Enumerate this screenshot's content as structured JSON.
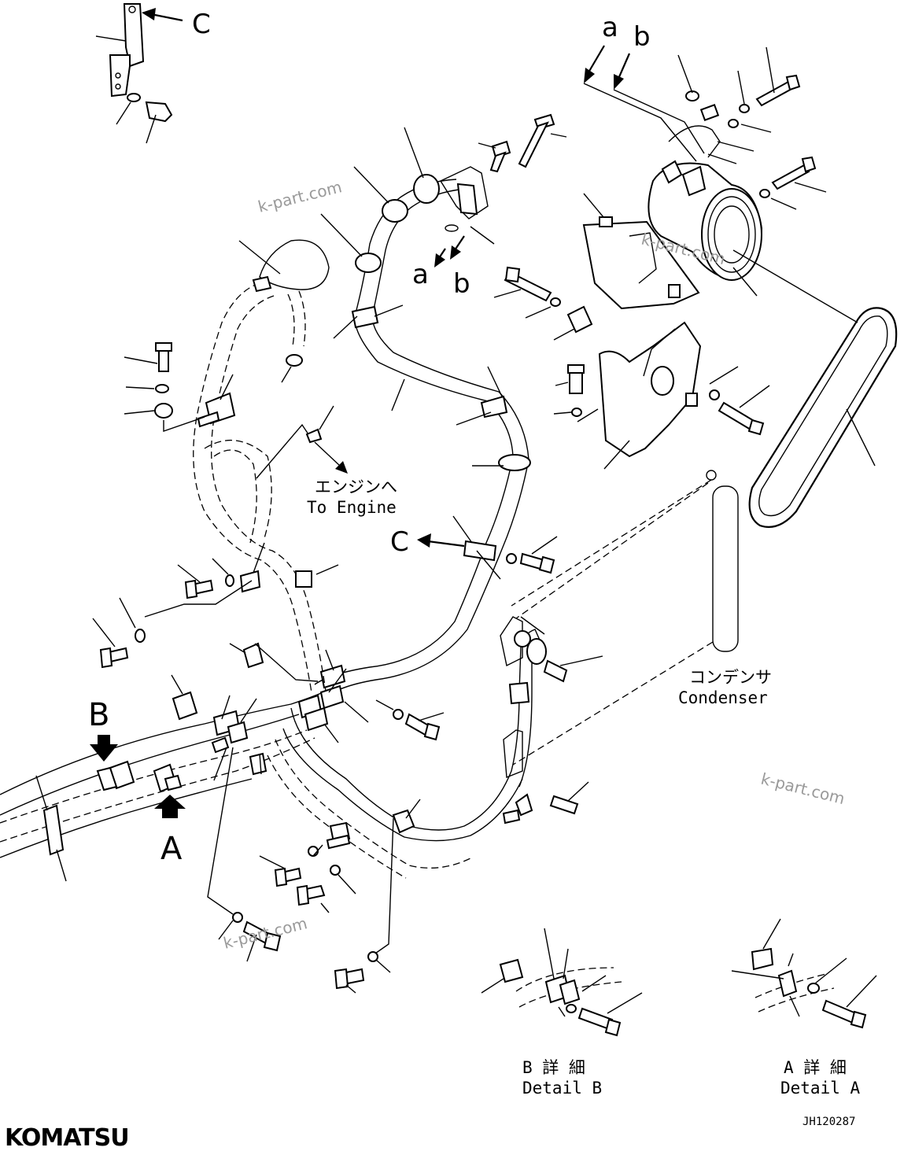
{
  "labels": {
    "ref_c": "C",
    "ref_a": "a",
    "ref_b": "b",
    "ref_B": "B",
    "ref_A": "A",
    "to_engine_jp": "エンジンへ",
    "to_engine_en": "To Engine",
    "condenser_jp": "コンデンサ",
    "condenser_en": "Condenser",
    "detail_b_jp": "B 詳 細",
    "detail_b_en": "Detail B",
    "detail_a_jp": "A 詳 細",
    "detail_a_en": "Detail A",
    "drawing_no": "JH120287",
    "brand": "KOMATSU"
  },
  "watermarks": [
    "k-part.com",
    "k-part.com",
    "k-part.com",
    "k-part.com"
  ],
  "colors": {
    "line": "#000000",
    "watermark": "#9a9a9a",
    "background": "#ffffff"
  }
}
